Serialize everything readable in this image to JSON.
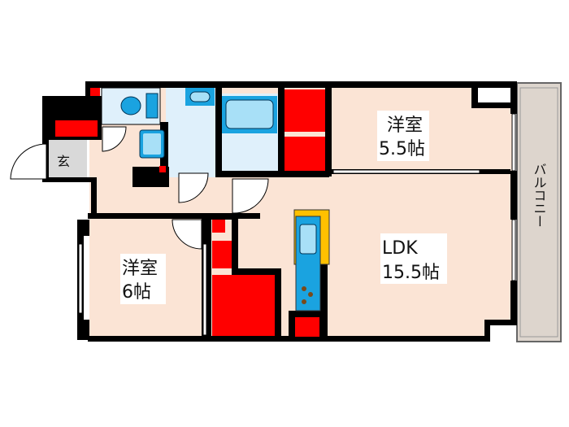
{
  "rooms": {
    "western_room_1": {
      "name": "洋室",
      "size": "5.5帖"
    },
    "ldk": {
      "name": "LDK",
      "size": "15.5帖"
    },
    "western_room_2": {
      "name": "洋室",
      "size": "6帖"
    },
    "entrance": {
      "name": "玄"
    },
    "balcony": {
      "name": "バルコニー"
    }
  },
  "colors": {
    "floor": "#fbe4d5",
    "wall": "#000000",
    "storage": "#ff0000",
    "wet_area": "#dff0fb",
    "fixture": "#1aa3e0",
    "counter": "#ffc000",
    "entrance_floor": "#d9d9d9",
    "balcony": "#ddd5cd"
  }
}
